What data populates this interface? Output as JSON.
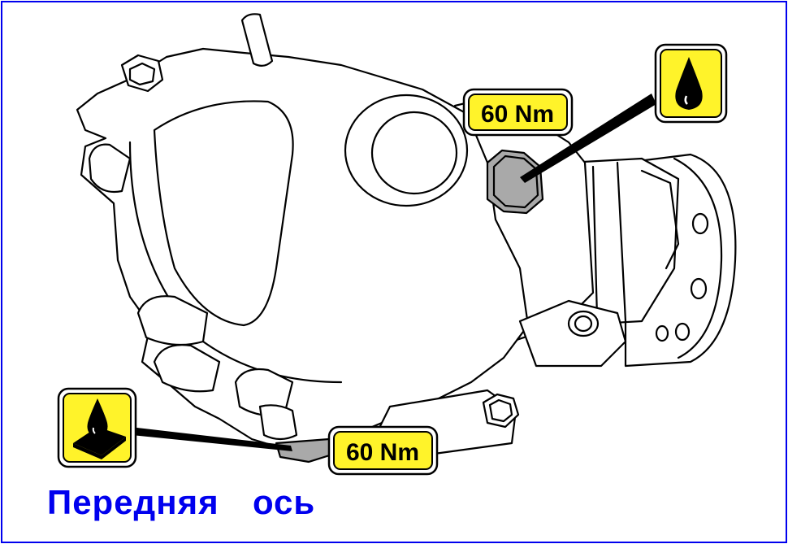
{
  "caption": "Передняя  ось",
  "torque_top": "60 Nm",
  "torque_bottom": "60 Nm",
  "colors": {
    "frame": "#0000ee",
    "caption": "#0000ee",
    "label_fill": "#fff32a",
    "icon_fill": "#fff32a",
    "bolt_grey": "#a9a9a9",
    "outline": "#000000"
  },
  "icons": {
    "top_right": "oil-drop-icon",
    "bottom_left": "oil-drop-on-plate-icon"
  }
}
